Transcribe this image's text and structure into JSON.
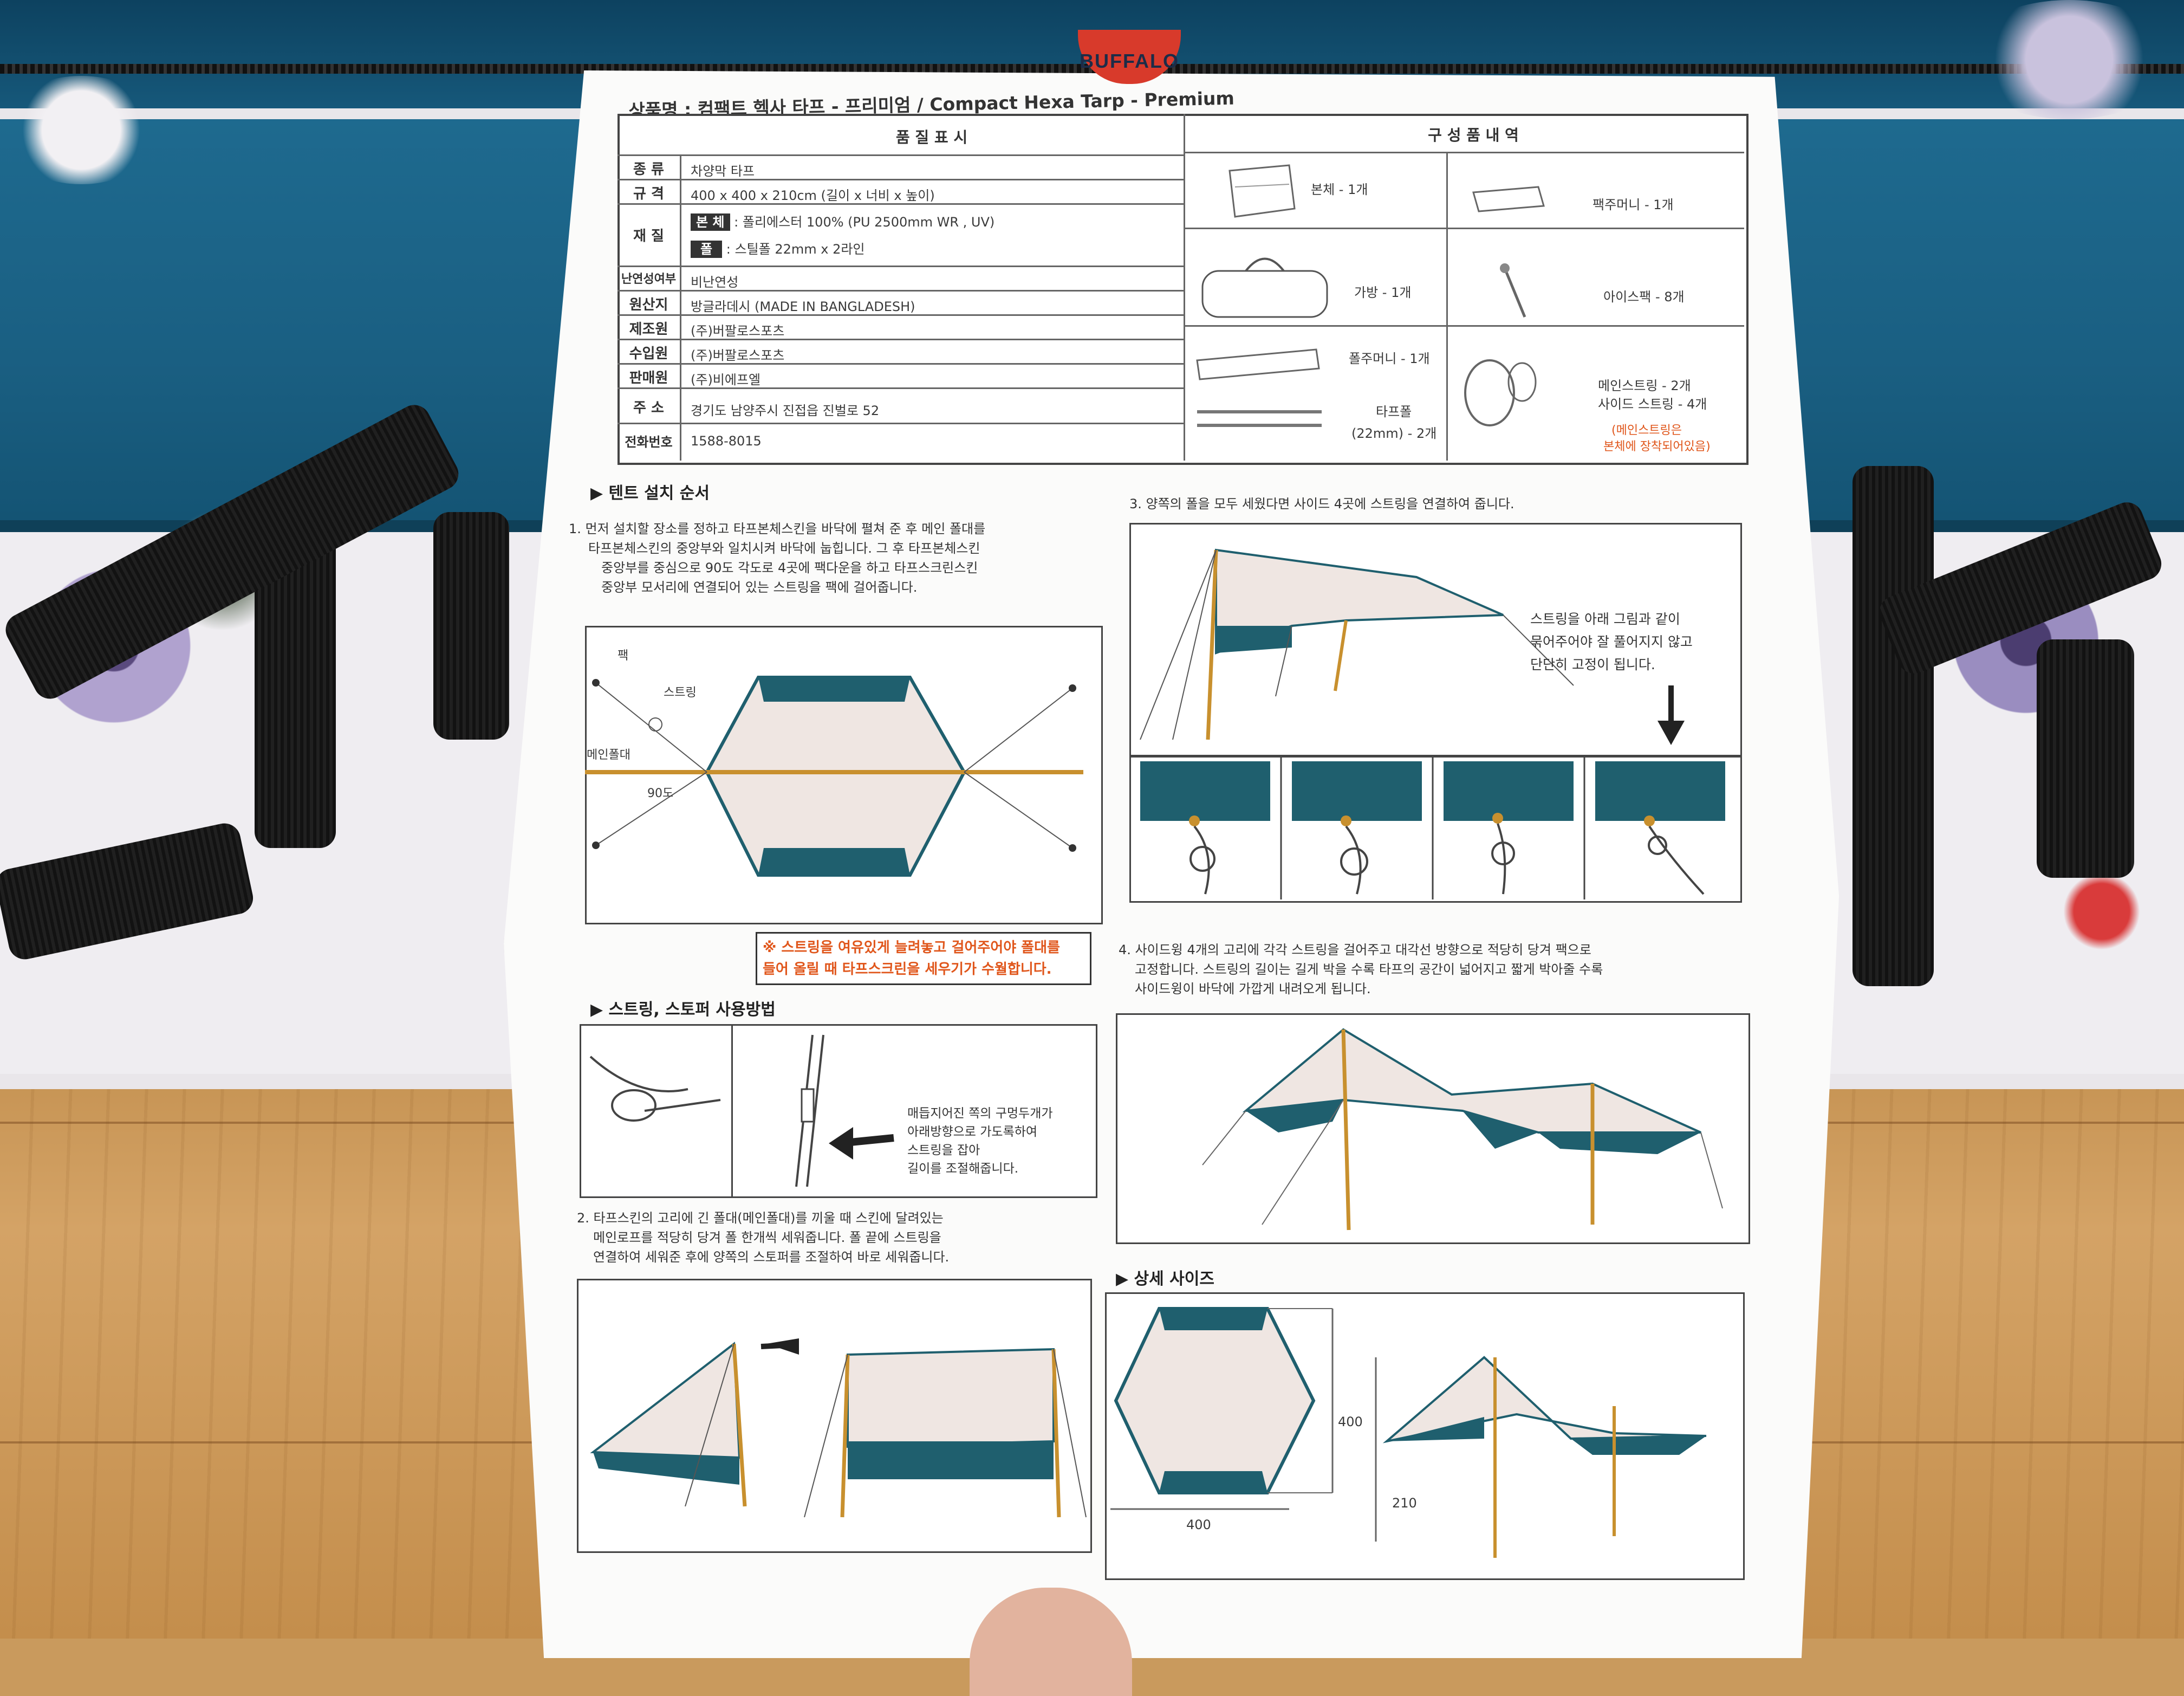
{
  "brand": "BUFFALO",
  "product_name": "상품명 : 컴팩트 헥사 타프 - 프리미엄 / Compact Hexa Tarp - Premium",
  "spec": {
    "header": "품 질 표 시",
    "rows": [
      {
        "label": "종 류",
        "value": "차양막 타프"
      },
      {
        "label": "규 격",
        "value": "400 x 400 x 210cm (길이 x 너비 x 높이)"
      },
      {
        "label": "재 질",
        "value": ""
      },
      {
        "label": "난연성여부",
        "value": "비난연성"
      },
      {
        "label": "원산지",
        "value": "방글라데시 (MADE IN BANGLADESH)"
      },
      {
        "label": "제조원",
        "value": "(주)버팔로스포츠"
      },
      {
        "label": "수입원",
        "value": "(주)버팔로스포츠"
      },
      {
        "label": "판매원",
        "value": "(주)비에프엘"
      },
      {
        "label": "주 소",
        "value": "경기도 남양주시 진접읍 진벌로 52"
      },
      {
        "label": "전화번호",
        "value": "1588-8015"
      }
    ],
    "material": [
      {
        "tag": "본 체",
        "text": ": 폴리에스터 100% (PU 2500mm WR , UV)"
      },
      {
        "tag": "폴",
        "text": ": 스틸폴 22mm x 2라인"
      }
    ]
  },
  "components": {
    "header": "구 성 품 내 역",
    "items": [
      {
        "name": "본체 - 1개",
        "icon": "tarp-body-icon"
      },
      {
        "name": "팩주머니 - 1개",
        "icon": "peg-bag-icon"
      },
      {
        "name": "가방 - 1개",
        "icon": "carry-bag-icon"
      },
      {
        "name": "아이스팩 - 8개",
        "icon": "ice-peg-icon"
      },
      {
        "name": "폴주머니 - 1개",
        "icon": "pole-bag-icon"
      },
      {
        "name": "타프폴",
        "icon": "tarp-pole-icon"
      },
      {
        "name": "(22mm) - 2개",
        "icon": ""
      },
      {
        "name": "메인스트링 - 2개",
        "icon": "string-icon"
      },
      {
        "name": "사이드 스트링 - 4개",
        "icon": ""
      }
    ],
    "note_line1": "(메인스트링은",
    "note_line2": "본체에 장착되어있음)"
  },
  "install": {
    "heading": "텐트 설치 순서",
    "step1": [
      "1. 먼저 설치할 장소를 정하고 타프본체스킨을 바닥에 펼쳐 준 후 메인 폴대를",
      "타프본체스킨의 중앙부와 일치시켜 바닥에 눕힙니다. 그 후 타프본체스킨",
      "중앙부를 중심으로 90도 각도로 4곳에 팩다운을 하고 타프스크린스킨",
      "중앙부 모서리에 연결되어 있는 스트링을 팩에 걸어줍니다."
    ],
    "diagram_labels": {
      "peg": "팩",
      "string": "스트링",
      "main_pole": "메인폴대",
      "angle": "90도"
    },
    "warning": [
      "※ 스트링을 여유있게 늘려놓고 걸어주어야 폴대를",
      "들어 올릴 때 타프스크린을 세우기가 수월합니다."
    ],
    "step2": [
      "2. 타프스킨의 고리에 긴 폴대(메인폴대)를 끼울 때 스킨에 달려있는",
      "메인로프를 적당히 당겨 폴 한개씩 세워줍니다. 폴 끝에 스트링을",
      "연결하여 세워준 후에 양쪽의 스토퍼를 조절하여 바로 세워줍니다."
    ],
    "step3": "3. 양쪽의 폴을 모두 세웠다면 사이드 4곳에 스트링을 연결하여 줍니다.",
    "step3_note": [
      "스트링을 아래 그림과 같이",
      "묶어주어야 잘 풀어지지 않고",
      "단단히 고정이 됩니다."
    ],
    "step4": [
      "4. 사이드윙 4개의 고리에 각각 스트링을 걸어주고 대각선 방향으로 적당히 당겨 팩으로",
      "고정합니다. 스트링의 길이는 길게 박을 수록 타프의 공간이 넓어지고 짧게 박아줄 수록",
      "사이드윙이 바닥에 가깝게 내려오게 됩니다."
    ]
  },
  "stopper": {
    "heading": "스트링, 스토퍼 사용방법",
    "note": [
      "매듭지어진 쪽의 구멍두개가",
      "아래방향으로 가도록하여",
      "스트링을 잡아",
      "길이를 조절해줍니다."
    ]
  },
  "size": {
    "heading": "상세 사이즈",
    "width": "400",
    "length": "400",
    "height": "210"
  },
  "colors": {
    "tarp_teal": "#1f5f6e",
    "pole": "#c8902e",
    "warning": "#e0561b",
    "brand_red": "#d83a2b",
    "brand_navy": "#1c2c48"
  }
}
